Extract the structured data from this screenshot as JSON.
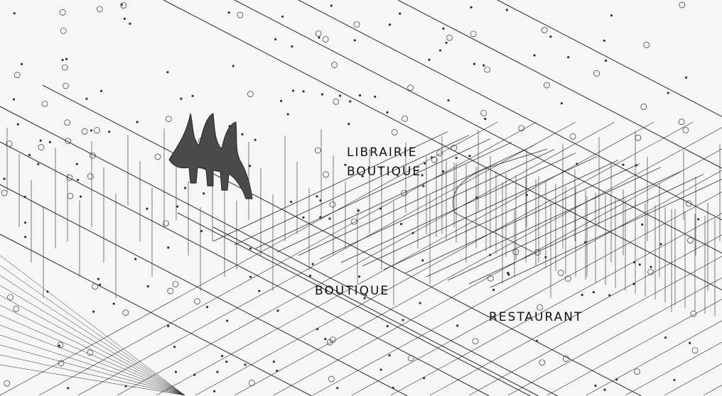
{
  "labels": {
    "librairie": "LIBRAIRIE",
    "boutique_upper": "BOUTIQUE",
    "boutique_lower": "BOUTIQUE",
    "restaurant": "RESTAURANT"
  },
  "colors": {
    "paper": "#f6f6f4",
    "ink": "#222222",
    "sculpture": "#4a4a4a"
  }
}
